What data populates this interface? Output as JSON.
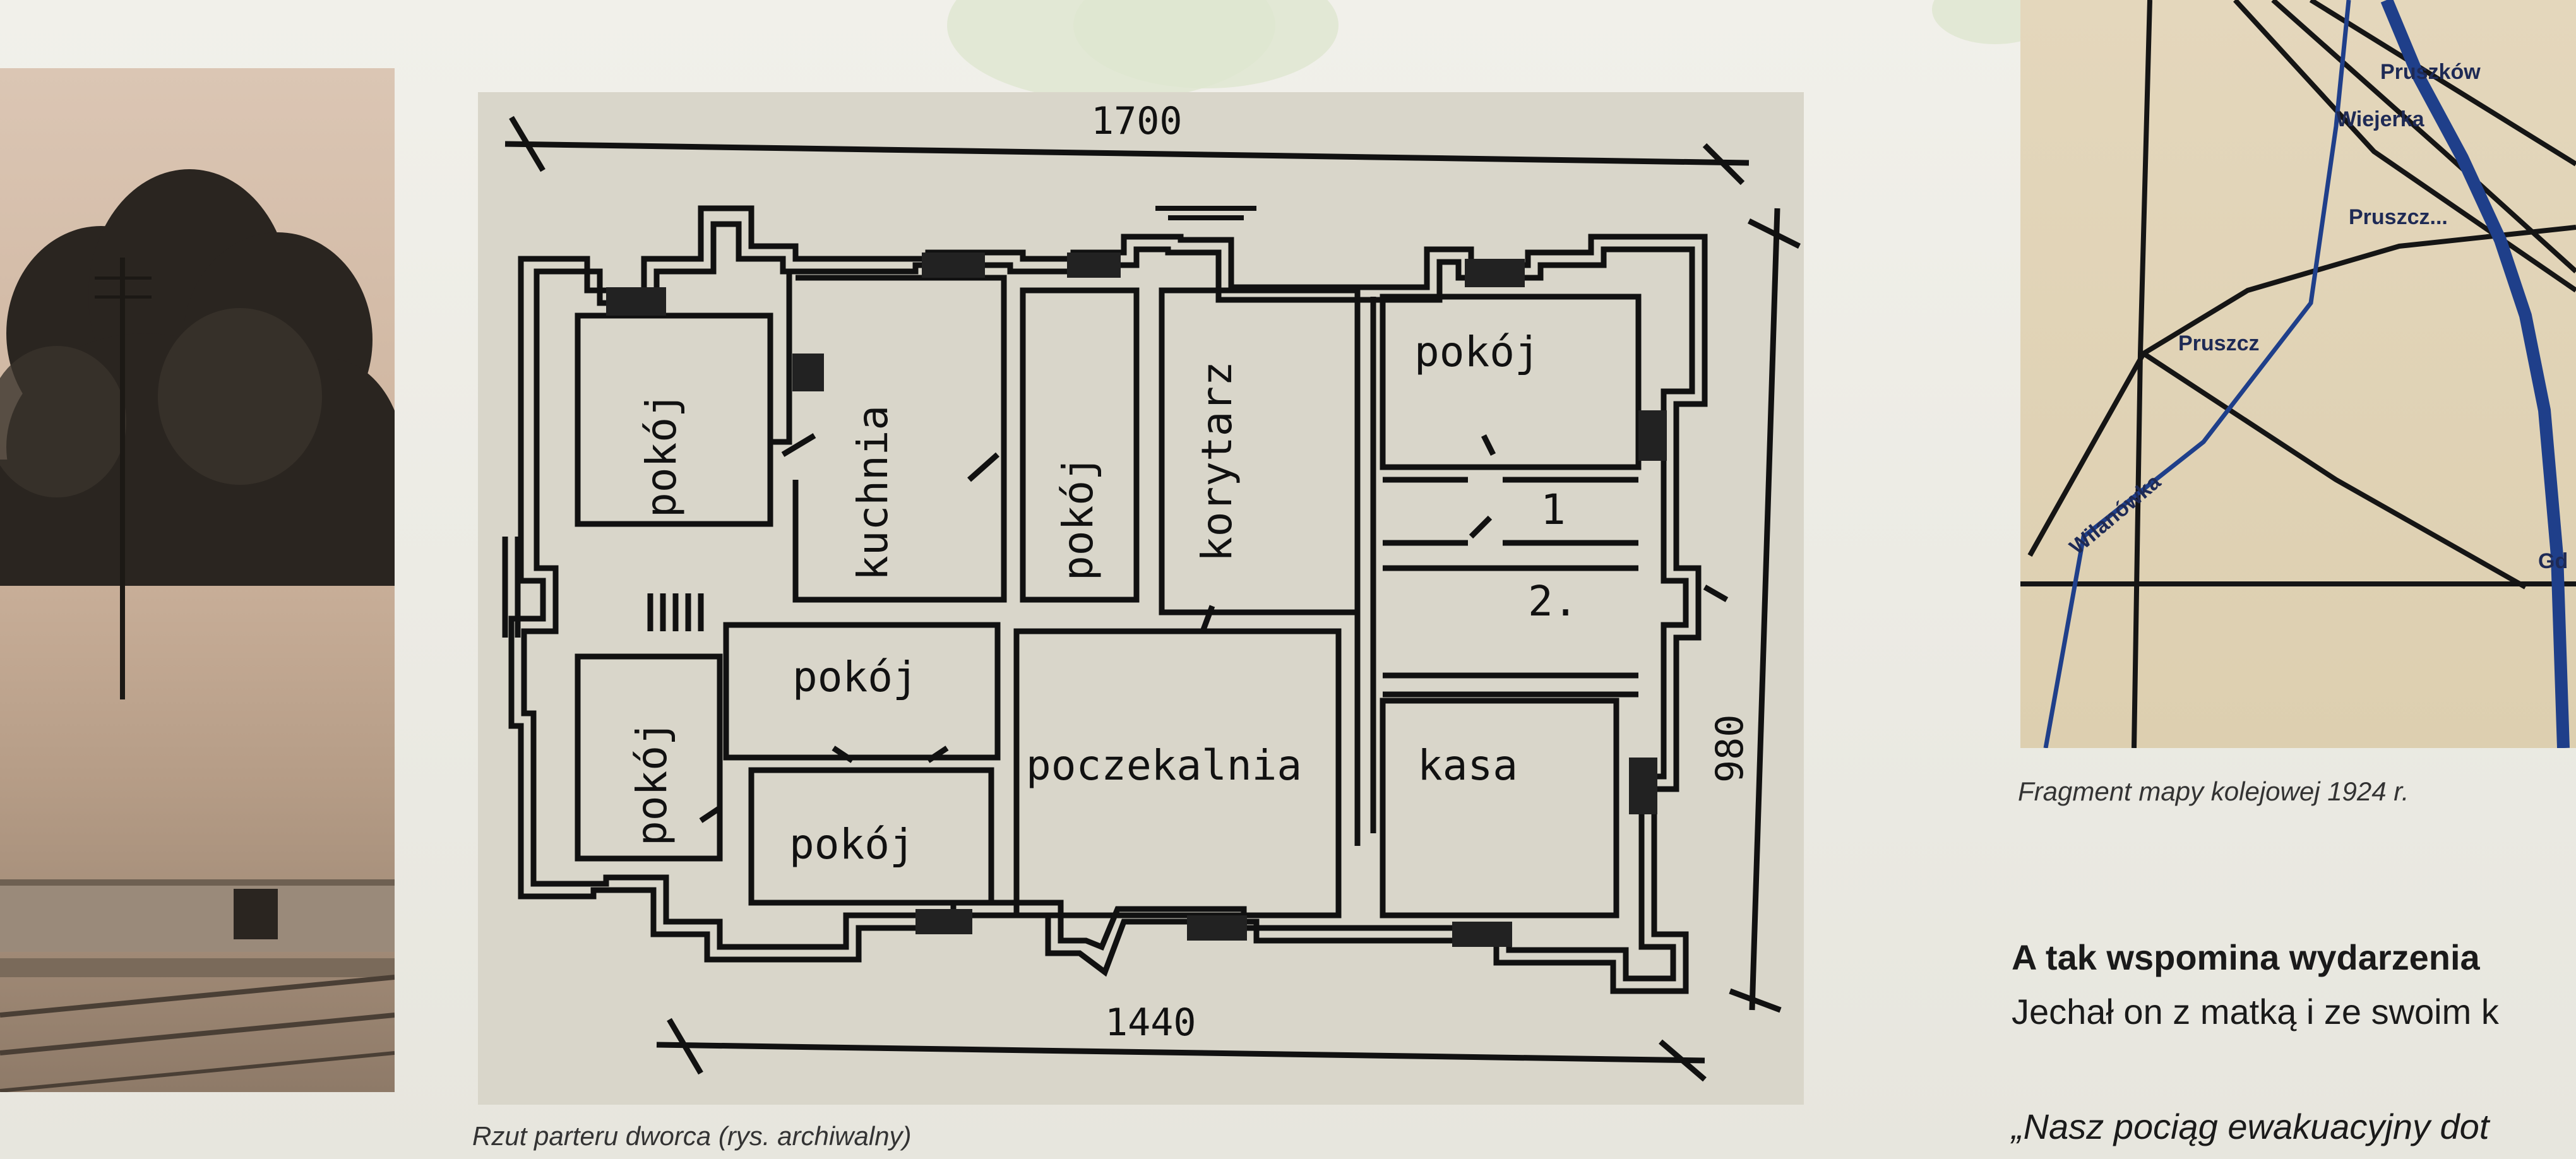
{
  "floor_plan": {
    "dimensions": {
      "top_width": "1700",
      "bottom_width": "1440",
      "right_height": "980"
    },
    "rooms": [
      "pokój",
      "kuchnia",
      "pokój",
      "korytarz",
      "pokój",
      "1",
      "2.",
      "pokój",
      "pokój",
      "poczekalnia",
      "kasa",
      "pokój"
    ],
    "caption": "Rzut parteru dworca (rys. archiwalny)"
  },
  "map": {
    "labels": [
      "Pruszków",
      "Wiejerka",
      "Pruszcz",
      "Pruszcz...",
      "Wilanówka",
      "Gd"
    ],
    "caption": "Fragment mapy kolejowej 1924 r."
  },
  "article": {
    "heading": "A tak wspomina wydarzenia",
    "line1": "Jechał on z matką i ze swoim k",
    "quote": "„Nasz pociąg ewakuacyjny dot"
  },
  "colors": {
    "background": "#ecebe4",
    "plan_paper": "#d9d6ca",
    "ink": "#111111",
    "river": "#1f3f8a",
    "photo_sepia": "#cdb39d"
  }
}
